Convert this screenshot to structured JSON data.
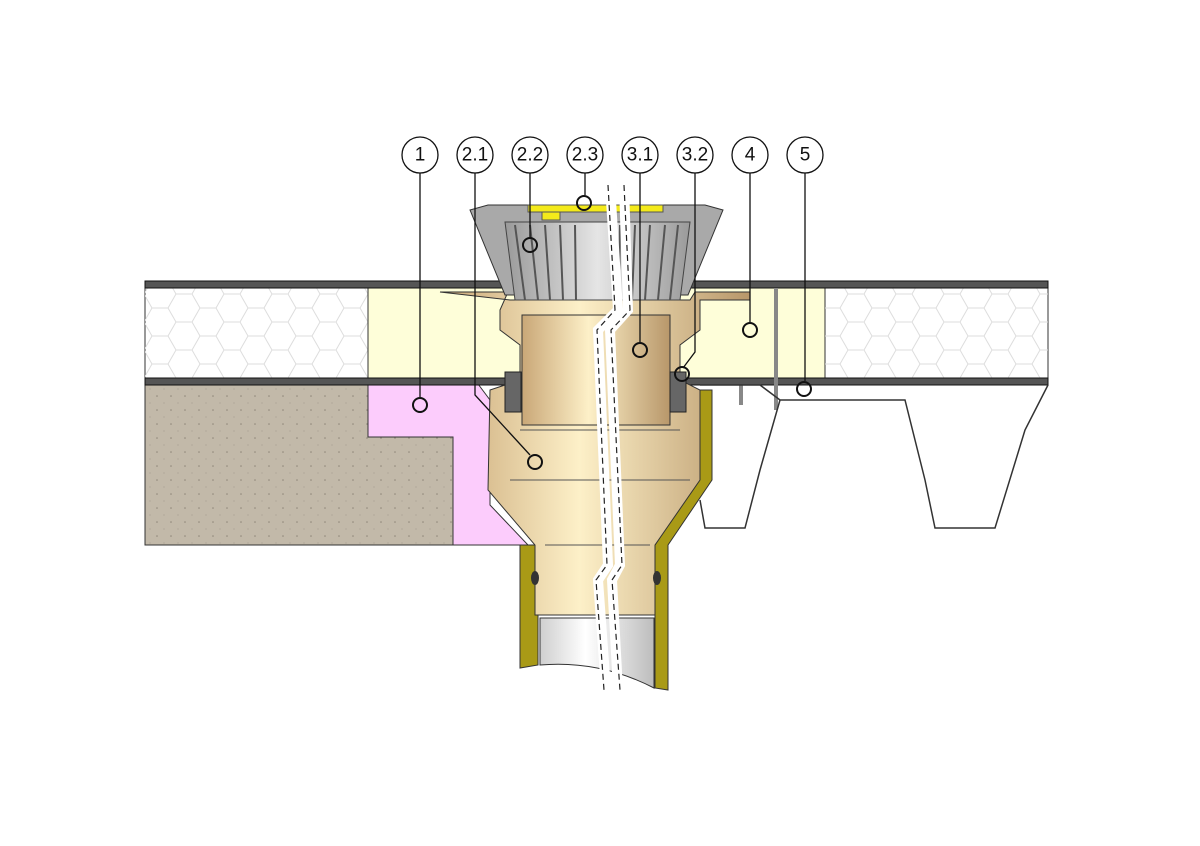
{
  "diagram": {
    "callouts": [
      {
        "id": "1",
        "label": "1"
      },
      {
        "id": "2.1",
        "label": "2.1"
      },
      {
        "id": "2.2",
        "label": "2.2"
      },
      {
        "id": "2.3",
        "label": "2.3"
      },
      {
        "id": "3.1",
        "label": "3.1"
      },
      {
        "id": "3.2",
        "label": "3.2"
      },
      {
        "id": "4",
        "label": "4"
      },
      {
        "id": "5",
        "label": "5"
      }
    ],
    "colors": {
      "insulation_board": "#fefed9",
      "concrete": "#c2b9a9",
      "pink_filler": "#fcccfc",
      "drain_body": "#e6c896",
      "gold_sleeve": "#a99a16",
      "grate": "#a9a9a9",
      "cap_yellow": "#f4ea1a",
      "membrane": "#333333"
    }
  }
}
